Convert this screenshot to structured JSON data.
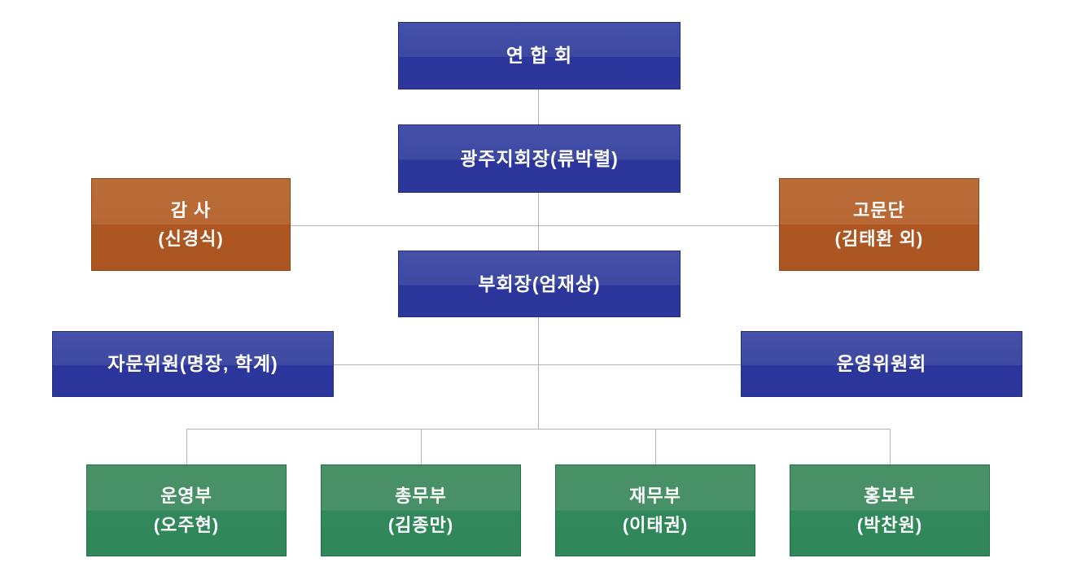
{
  "diagram": {
    "type": "org-chart",
    "nodes": [
      {
        "id": "yeonhaphoe",
        "line1": "연 합 회",
        "line2": "",
        "style": "blue"
      },
      {
        "id": "gwangju-jihoejang",
        "line1": "광주지회장(류박렬)",
        "line2": "",
        "style": "blue"
      },
      {
        "id": "gamsa",
        "line1": "감 사",
        "line2": "(신경식)",
        "style": "orange"
      },
      {
        "id": "gomundan",
        "line1": "고문단",
        "line2": "(김태환 외)",
        "style": "orange"
      },
      {
        "id": "buhoejang",
        "line1": "부회장(엄재상)",
        "line2": "",
        "style": "blue"
      },
      {
        "id": "jamun-wiwon",
        "line1": "자문위원(명장, 학계)",
        "line2": "",
        "style": "blue"
      },
      {
        "id": "unyeong-wiwonhoe",
        "line1": "운영위원회",
        "line2": "",
        "style": "blue"
      },
      {
        "id": "unyeongbu",
        "line1": "운영부",
        "line2": "(오주현)",
        "style": "green"
      },
      {
        "id": "chongmubu",
        "line1": "총무부",
        "line2": "(김종만)",
        "style": "green"
      },
      {
        "id": "jaemubu",
        "line1": "재무부",
        "line2": "(이태권)",
        "style": "green"
      },
      {
        "id": "hongbobu",
        "line1": "홍보부",
        "line2": "(박찬원)",
        "style": "green"
      }
    ],
    "colors": {
      "blue_top": "#3e49a1",
      "blue_bottom": "#2b359b",
      "blue_border": "#232c7d",
      "orange_top": "#b76834",
      "orange_bottom": "#ad5622",
      "orange_border": "#8f4419",
      "green_top": "#489067",
      "green_bottom": "#31885a",
      "green_border": "#20714a",
      "connector": "#b3b3b3",
      "text": "#ffffff",
      "background": "#ffffff"
    }
  }
}
